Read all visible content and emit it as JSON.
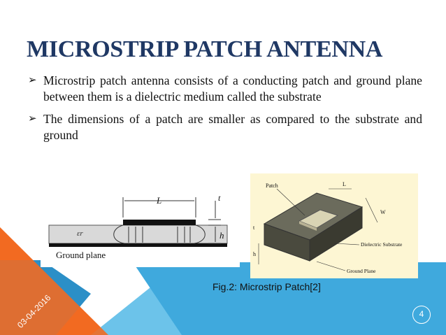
{
  "slide": {
    "title": "MICROSTRIP PATCH ANTENNA",
    "bullets": [
      "Microstrip patch antenna consists of a conducting patch and ground plane between them is a dielectric medium called the substrate",
      "The dimensions of a patch are smaller as compared to the substrate and ground"
    ],
    "figure_left": {
      "dimension_length": "L",
      "dimension_thickness": "t",
      "dimension_height": "h",
      "permittivity": "εr",
      "ground_plane_label": "Ground plane"
    },
    "figure_right": {
      "patch_label": "Patch",
      "length_label": "L",
      "width_label": "W",
      "thickness_label": "t",
      "height_label": "h",
      "substrate_label": "Dielectric Substrate",
      "ground_label": "Ground Plane"
    },
    "caption": "Fig.2: Microstrip Patch[2]",
    "date": "03-04-2016",
    "page_number": "4"
  },
  "colors": {
    "title": "#1f3864",
    "accent_orange": "#f26a21",
    "accent_blue": "#3fa9dd",
    "accent_blue_dark": "#2b8fc7"
  }
}
